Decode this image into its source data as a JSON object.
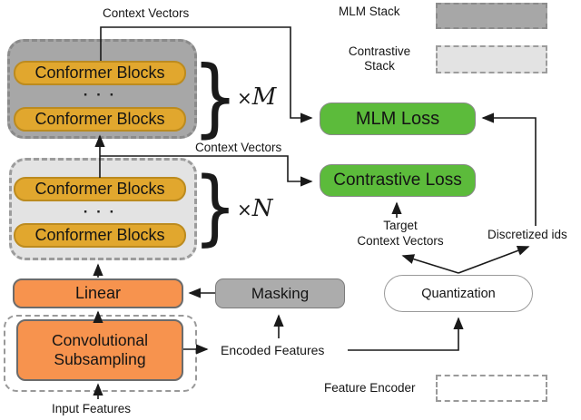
{
  "nodes": {
    "conformer_blocks": "Conformer Blocks",
    "ellipsis": "· · ·",
    "linear": "Linear",
    "convolutional_line1": "Convolutional",
    "convolutional_line2": "Subsampling",
    "masking": "Masking",
    "quantization": "Quantization",
    "mlm_loss": "MLM Loss",
    "contrastive_loss": "Contrastive Loss"
  },
  "edge_labels": {
    "context_vectors_top": "Context Vectors",
    "context_vectors_mid": "Context Vectors",
    "input_features": "Input Features",
    "encoded_features": "Encoded Features",
    "target_line1": "Target",
    "target_line2": "Context Vectors",
    "discretized_ids": "Discretized ids"
  },
  "multipliers": {
    "brace": "}",
    "times": "×",
    "m": "M",
    "n": "N"
  },
  "legend": {
    "mlm_stack": "MLM Stack",
    "contrastive_stack_line1": "Contrastive",
    "contrastive_stack_line2": "Stack",
    "feature_encoder": "Feature Encoder"
  },
  "colors": {
    "conformer_fill": "#E1A72E",
    "mlm_stack_fill": "#A7A7A7",
    "contrastive_stack_fill": "#E3E3E3",
    "orange_fill": "#F7934E",
    "masking_fill": "#ACACAC",
    "loss_green_fill": "#5CBB3B",
    "quantization_fill": "#FFFFFF",
    "line_color": "#1A1A1A"
  }
}
